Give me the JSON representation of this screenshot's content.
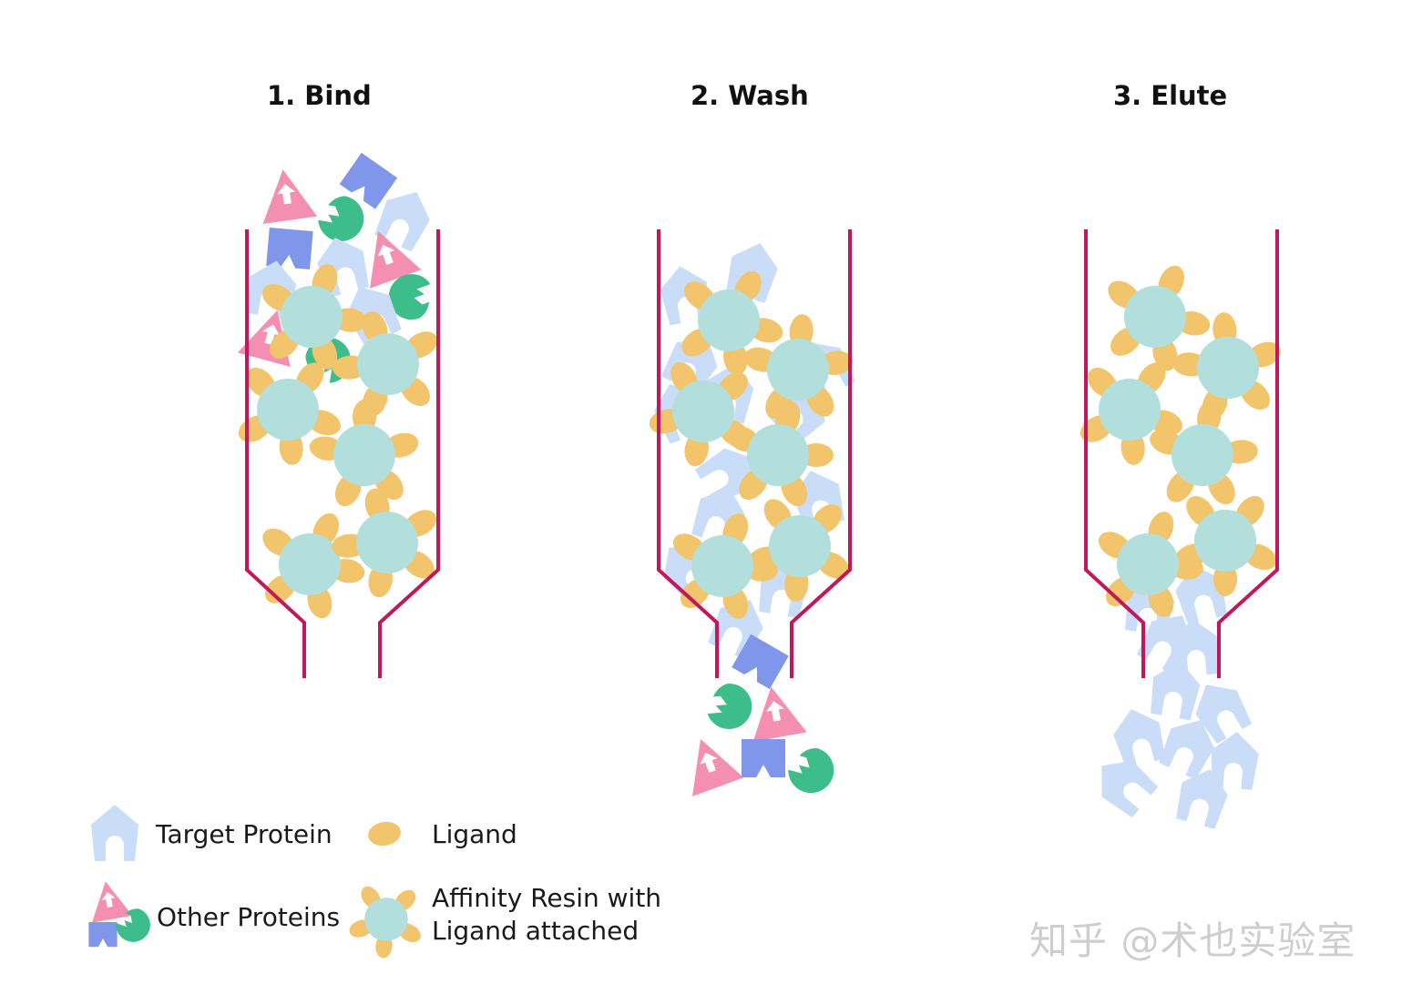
{
  "steps": [
    {
      "title": "1. Bind"
    },
    {
      "title": "2. Wash"
    },
    {
      "title": "3. Elute"
    }
  ],
  "legend": {
    "target_protein": "Target Protein",
    "ligand": "Ligand",
    "other_proteins": "Other Proteins",
    "resin_line1": "Affinity Resin with",
    "resin_line2": "Ligand attached"
  },
  "watermark": "知乎 @术也实验室",
  "colors": {
    "column": "#c2185b",
    "resin": "#b2dfdb",
    "ligand": "#f2c46b",
    "target": "#c9dcf8",
    "pink": "#f48fb1",
    "blue": "#7f96ea",
    "green": "#3dbd8a"
  },
  "icons": [
    "target-protein-icon",
    "ligand-icon",
    "pink-protein-icon",
    "blue-protein-icon",
    "green-protein-icon",
    "resin-bead-icon"
  ]
}
